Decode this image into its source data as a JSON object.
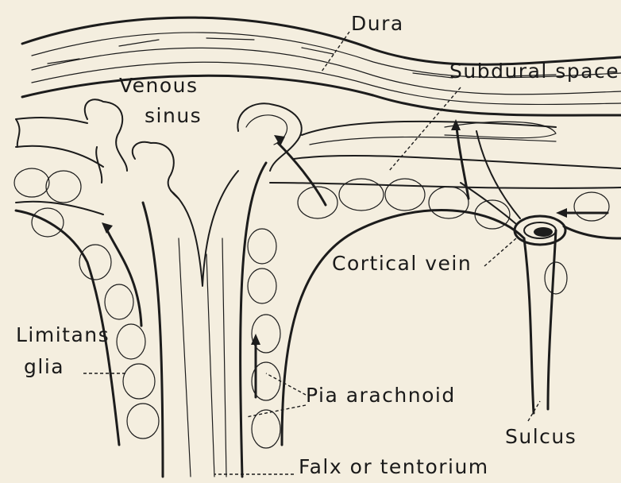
{
  "labels": {
    "dura": "Dura",
    "subdural_space": "Subdural space",
    "venous": "Venous",
    "sinus": "sinus",
    "cortical_vein": "Cortical vein",
    "limitans": "Limitans",
    "glia": "glia",
    "pia_arachnoid": "Pia arachnoid",
    "sulcus": "Sulcus",
    "falx_or_tentorium": "Falx or tentorium"
  },
  "colors": {
    "paper": "#f4eedf",
    "ink": "#1c1c1c"
  }
}
